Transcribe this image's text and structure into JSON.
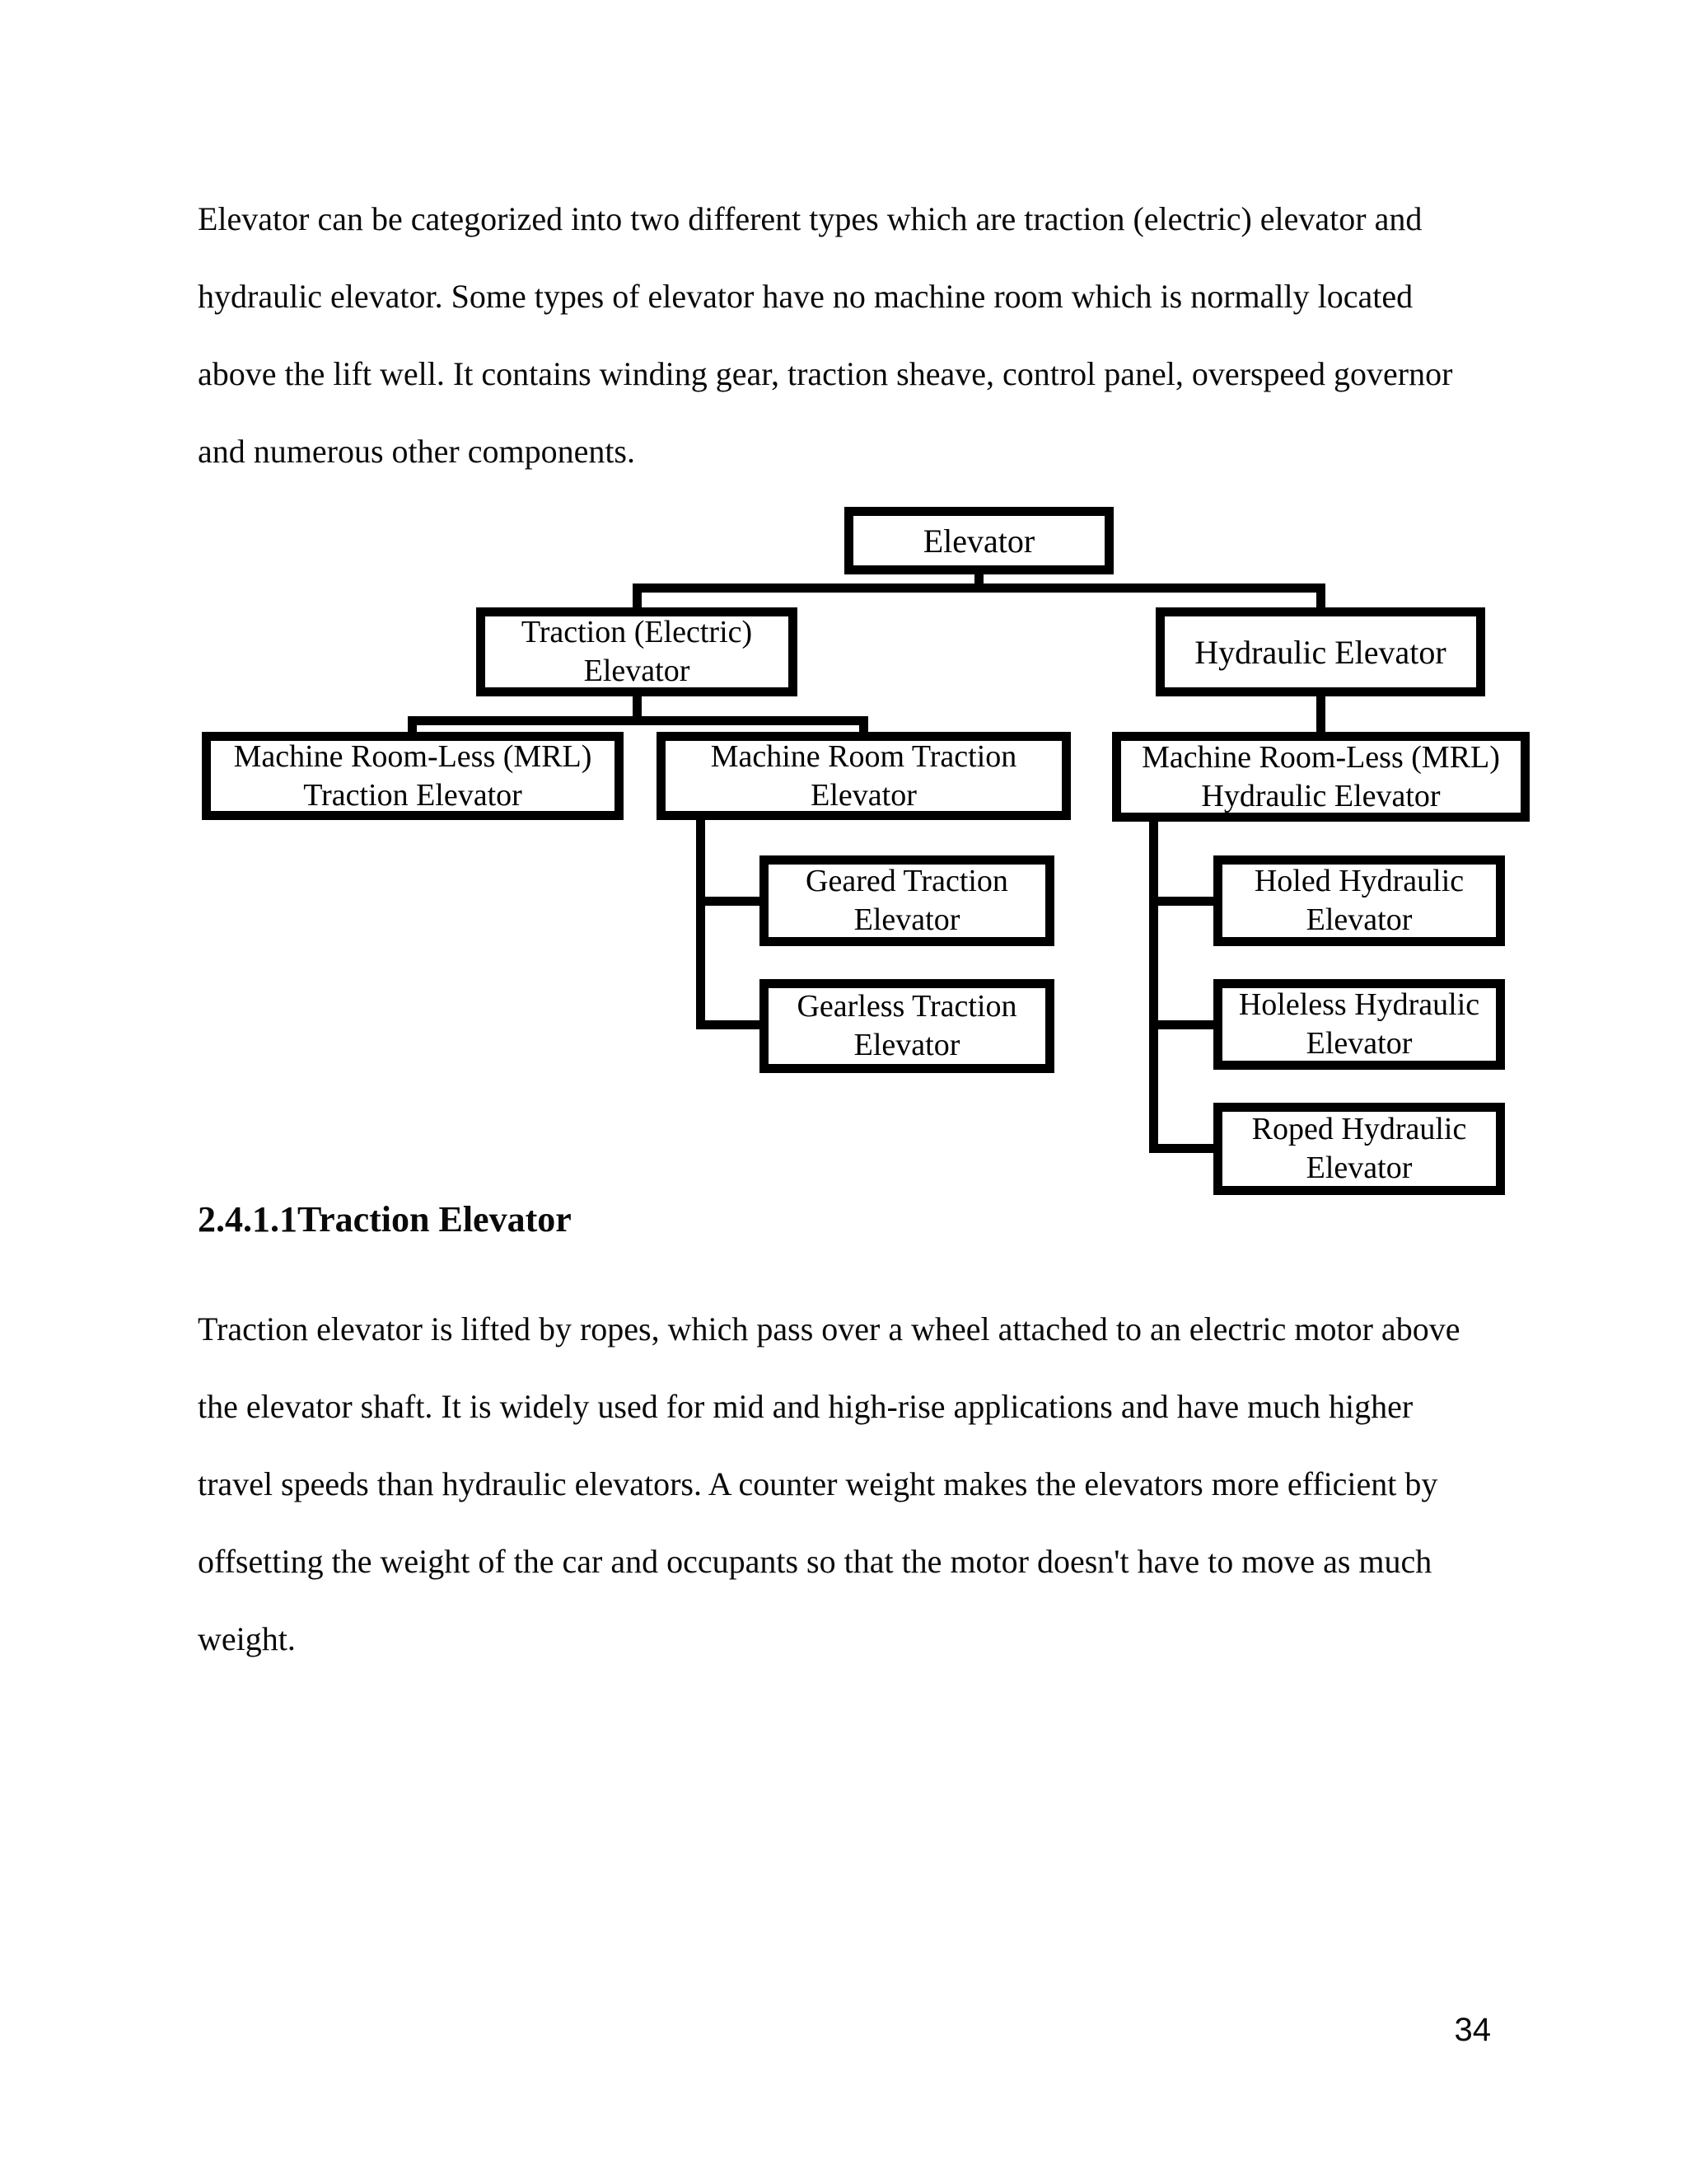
{
  "document": {
    "paragraph1": {
      "lines": [
        "Elevator can be categorized into two different types which are traction (electric) elevator and",
        "hydraulic elevator. Some types of elevator have no machine room which is normally located",
        "above the lift well. It contains winding gear, traction sheave, control panel, overspeed governor",
        "and numerous other components."
      ]
    },
    "heading": "2.4.1.1Traction Elevator",
    "paragraph2": {
      "lines": [
        "Traction elevator is lifted by ropes, which pass over a wheel attached to an electric motor above",
        "the elevator shaft. It is widely used for mid and high-rise applications and have much higher",
        "travel speeds than hydraulic elevators. A counter weight makes the elevators more efficient by",
        "offsetting the weight of the car and occupants so that the motor doesn't have to move as much",
        "weight."
      ]
    },
    "page_number": "34"
  },
  "diagram": {
    "elevator": {
      "label": "Elevator"
    },
    "traction_electric": {
      "line1": "Traction (Electric)",
      "line2": "Elevator"
    },
    "hydraulic": {
      "label": "Hydraulic Elevator"
    },
    "mrl_traction": {
      "line1": "Machine Room-Less (MRL)",
      "line2": "Traction Elevator"
    },
    "machine_room_traction": {
      "line1": "Machine Room Traction",
      "line2": "Elevator"
    },
    "mrl_hydraulic": {
      "line1": "Machine Room-Less (MRL)",
      "line2": "Hydraulic Elevator"
    },
    "geared_traction": {
      "line1": "Geared Traction",
      "line2": "Elevator"
    },
    "gearless_traction": {
      "line1": "Gearless Traction",
      "line2": "Elevator"
    },
    "holed_hydraulic": {
      "line1": "Holed Hydraulic",
      "line2": "Elevator"
    },
    "holeless_hydraulic": {
      "line1": "Holeless Hydraulic",
      "line2": "Elevator"
    },
    "roped_hydraulic": {
      "line1": "Roped Hydraulic",
      "line2": "Elevator"
    }
  }
}
